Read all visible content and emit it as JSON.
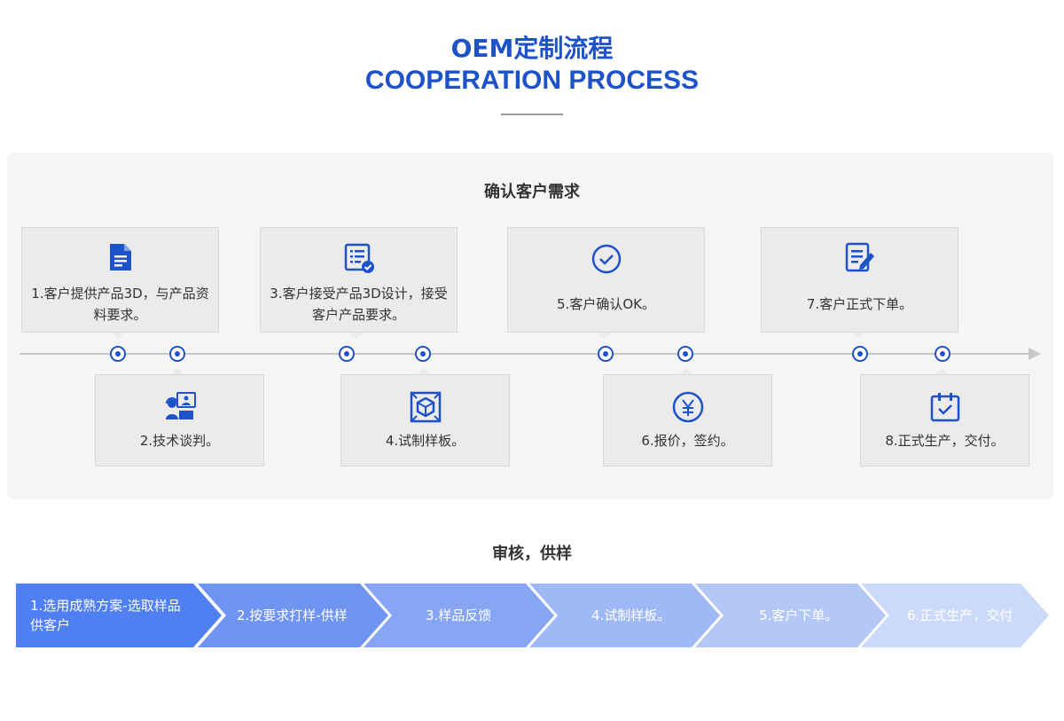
{
  "header": {
    "title_cn": "OEM定制流程",
    "title_en": "COOPERATION PROCESS"
  },
  "section1": {
    "title": "确认客户需求",
    "steps": [
      {
        "label": "1.客户提供产品3D，与产品资料要求。",
        "icon": "document-icon"
      },
      {
        "label": "2.技术谈判。",
        "icon": "support-agent-icon"
      },
      {
        "label": "3.客户接受产品3D设计，接受客户产品要求。",
        "icon": "checklist-approved-icon"
      },
      {
        "label": "4.试制样板。",
        "icon": "3d-box-icon"
      },
      {
        "label": "5.客户确认OK。",
        "icon": "check-circle-icon"
      },
      {
        "label": "6.报价，签约。",
        "icon": "yuan-coin-icon"
      },
      {
        "label": "7.客户正式下单。",
        "icon": "order-form-icon"
      },
      {
        "label": "8.正式生产，交付。",
        "icon": "calendar-check-icon"
      }
    ]
  },
  "section2": {
    "title": "审核，供样",
    "steps": [
      {
        "label": "1.选用成熟方案-选取样品供客户",
        "color": "#4f7ff0"
      },
      {
        "label": "2.按要求打样-供样",
        "color": "#6f94f2"
      },
      {
        "label": "3.样品反馈",
        "color": "#86a6f4"
      },
      {
        "label": "4.试制样板。",
        "color": "#9fb8f6"
      },
      {
        "label": "5.客户下单。",
        "color": "#b4c8f8"
      },
      {
        "label": "6.正式生产，交付",
        "color": "#cbd9fa"
      }
    ]
  },
  "colors": {
    "brand_blue": "#1e52c8",
    "panel_bg": "#f5f5f5",
    "card_bg": "#ebebeb"
  }
}
